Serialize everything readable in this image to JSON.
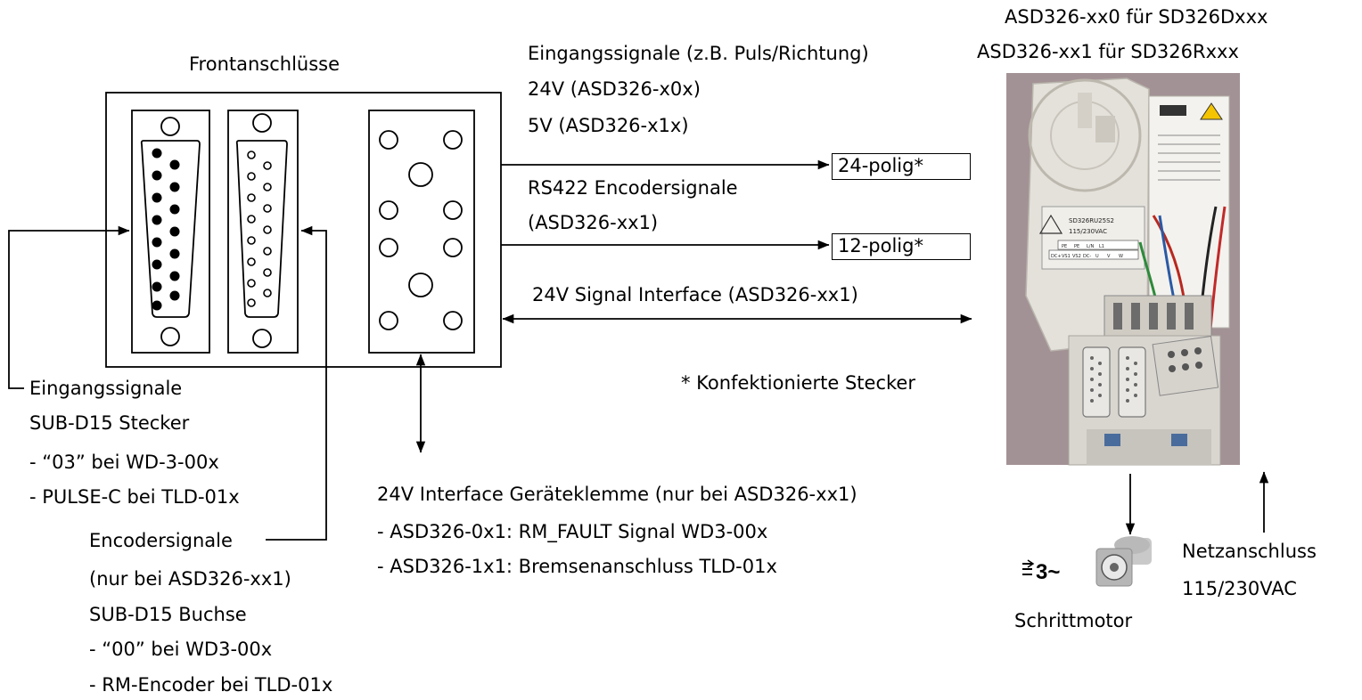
{
  "header": {
    "model_line_1": "ASD326-xx0 für SD326Dxxx",
    "model_line_2": "ASD326-xx1 für SD326Rxxx"
  },
  "front_panel": {
    "title": "Frontanschlüsse"
  },
  "signals": {
    "input_line_1": "Eingangssignale (z.B. Puls/Richtung)",
    "input_line_2": "24V (ASD326-x0x)",
    "input_line_3": "5V (ASD326-x1x)",
    "connector_24": "24-polig*",
    "rs422_line_1": "RS422 Encodersignale",
    "rs422_line_2": "(ASD326-xx1)",
    "connector_12": "12-polig*",
    "interface_24v": "24V Signal Interface (ASD326-xx1)",
    "footnote": "* Konfektionierte Stecker"
  },
  "left_notes": [
    "Eingangssignale",
    "SUB-D15 Stecker",
    "- “03” bei WD-3-00x",
    "- PULSE-C bei TLD-01x"
  ],
  "encoder_notes": [
    "Encodersignale",
    "(nur bei ASD326-xx1)",
    "SUB-D15 Buchse",
    "- “00” bei WD3-00x",
    "- RM-Encoder bei TLD-01x"
  ],
  "terminal_notes": [
    "24V Interface Geräteklemme (nur bei ASD326-xx1)",
    "- ASD326-0x1: RM_FAULT Signal WD3-00x",
    "- ASD326-1x1: Bremsenanschluss TLD-01x"
  ],
  "photo_labels": {
    "device_label": "SD326RU25S2",
    "voltage_label": "115/230VAC",
    "terminals": [
      "PE",
      "PE",
      "L/N",
      "L1",
      "DC+",
      "VS1",
      "VS2",
      "DC-",
      "U",
      "V",
      "W"
    ]
  },
  "motor": {
    "symbol": "3~",
    "label": "Schrittmotor"
  },
  "mains": {
    "line_1": "Netzanschluss",
    "line_2": "115/230VAC"
  },
  "colors": {
    "line": "#000000",
    "photo_wall": "#9c8a8e",
    "device_body": "#e6e3dd"
  }
}
